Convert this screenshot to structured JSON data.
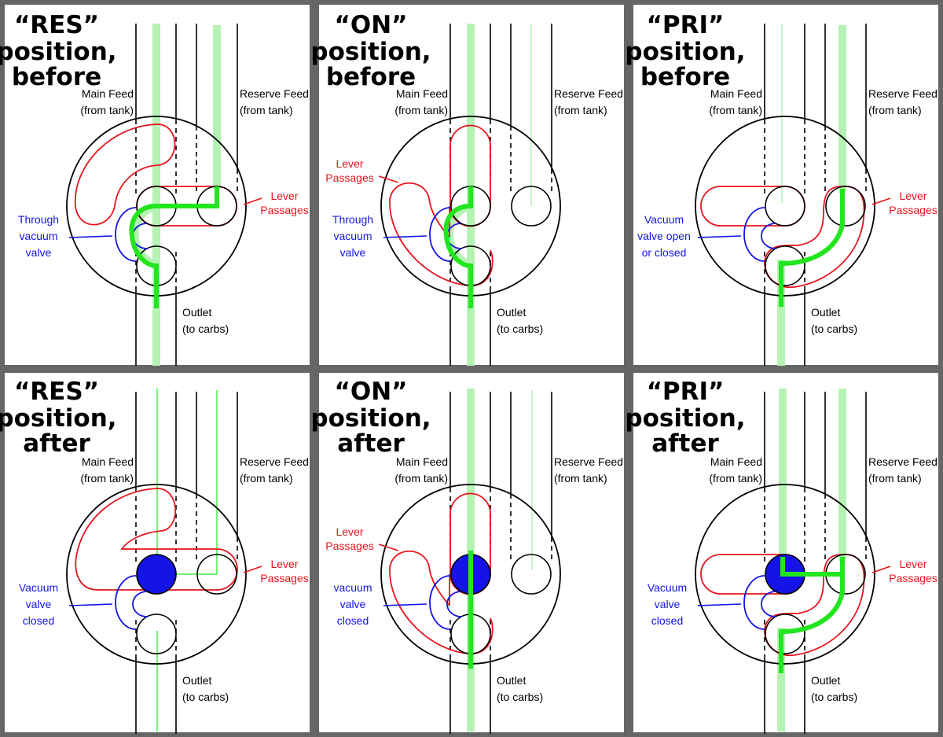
{
  "colors": {
    "border": "#666666",
    "passage": "#e8141c",
    "vacuum": "#1414e6",
    "flow_strong": "#22e61e",
    "flow_light": "#b6f2b4"
  },
  "panels": [
    {
      "id": "res-before",
      "variant": "res_before",
      "title": [
        "“RES”",
        "position,",
        "before"
      ],
      "main_feed": [
        "Main Feed",
        "(from tank)"
      ],
      "reserve_feed": [
        "Reserve Feed",
        "(from tank)"
      ],
      "outlet": [
        "Outlet",
        "(to carbs)"
      ],
      "lever": [
        "Lever",
        "Passages"
      ],
      "vacuum": [
        "Through",
        "vacuum",
        "valve"
      ]
    },
    {
      "id": "on-before",
      "variant": "on_before",
      "title": [
        "“ON”",
        "position,",
        "before"
      ],
      "main_feed": [
        "Main Feed",
        "(from tank)"
      ],
      "reserve_feed": [
        "Reserve Feed",
        "(from tank)"
      ],
      "outlet": [
        "Outlet",
        "(to carbs)"
      ],
      "lever": [
        "Lever",
        "Passages"
      ],
      "vacuum": [
        "Through",
        "vacuum",
        "valve"
      ]
    },
    {
      "id": "pri-before",
      "variant": "pri_before",
      "title": [
        "“PRI”",
        "position,",
        "before"
      ],
      "main_feed": [
        "Main Feed",
        "(from tank)"
      ],
      "reserve_feed": [
        "Reserve Feed",
        "(from tank)"
      ],
      "outlet": [
        "Outlet",
        "(to carbs)"
      ],
      "lever": [
        "Lever",
        "Passages"
      ],
      "vacuum": [
        "Vacuum",
        "valve open",
        "or closed"
      ]
    },
    {
      "id": "res-after",
      "variant": "res_after",
      "title": [
        "“RES”",
        "position,",
        "after"
      ],
      "main_feed": [
        "Main Feed",
        "(from tank)"
      ],
      "reserve_feed": [
        "Reserve Feed",
        "(from tank)"
      ],
      "outlet": [
        "Outlet",
        "(to carbs)"
      ],
      "lever": [
        "Lever",
        "Passages"
      ],
      "vacuum": [
        "Vacuum",
        "valve",
        "closed"
      ]
    },
    {
      "id": "on-after",
      "variant": "on_after",
      "title": [
        "“ON”",
        "position,",
        "after"
      ],
      "main_feed": [
        "Main Feed",
        "(from tank)"
      ],
      "reserve_feed": [
        "Reserve Feed",
        "(from tank)"
      ],
      "outlet": [
        "Outlet",
        "(to carbs)"
      ],
      "lever": [
        "Lever",
        "Passages"
      ],
      "vacuum": [
        "vacuum",
        "valve",
        "closed"
      ]
    },
    {
      "id": "pri-after",
      "variant": "pri_after",
      "title": [
        "“PRI”",
        "position,",
        "after"
      ],
      "main_feed": [
        "Main Feed",
        "(from tank)"
      ],
      "reserve_feed": [
        "Reserve Feed",
        "(from tank)"
      ],
      "outlet": [
        "Outlet",
        "(to carbs)"
      ],
      "lever": [
        "Lever",
        "Passages"
      ],
      "vacuum": [
        "Vacuum",
        "valve",
        "closed"
      ]
    }
  ]
}
